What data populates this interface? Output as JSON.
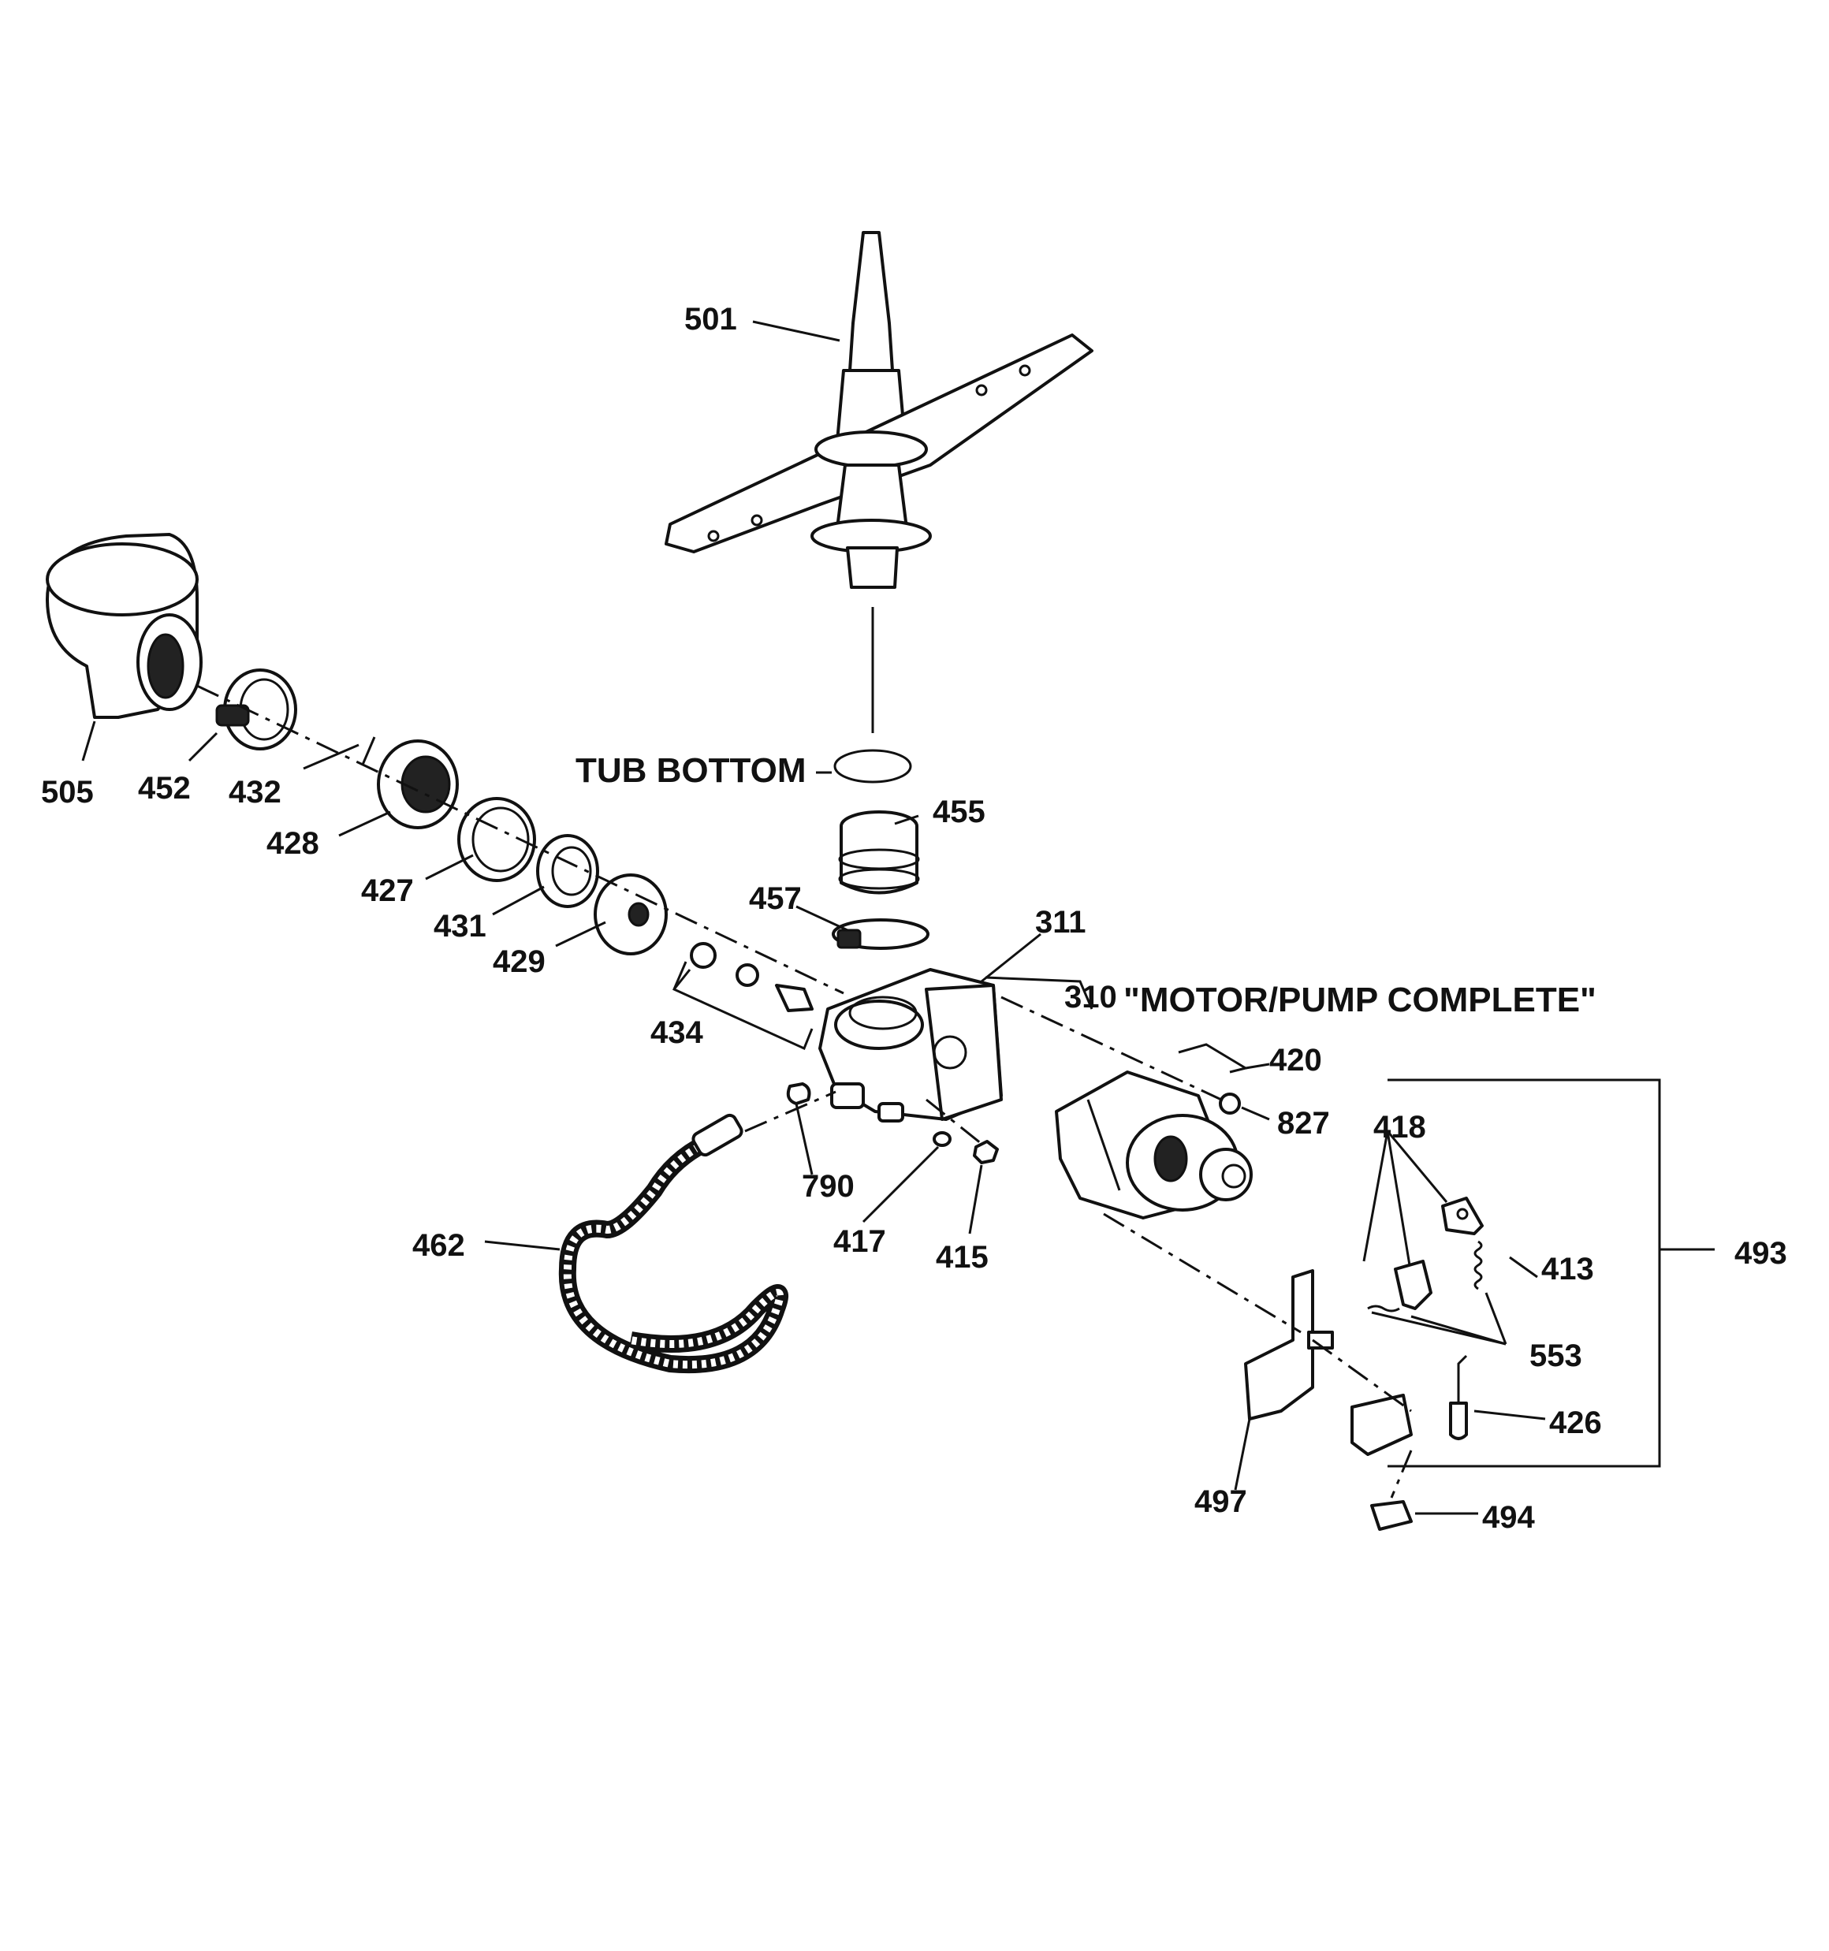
{
  "callouts": {
    "501": "501",
    "505": "505",
    "452": "452",
    "432": "432",
    "428": "428",
    "427": "427",
    "431": "431",
    "429": "429",
    "434": "434",
    "455": "455",
    "457": "457",
    "311": "311",
    "310": "310",
    "420": "420",
    "827": "827",
    "418": "418",
    "413": "413",
    "493": "493",
    "553": "553",
    "426": "426",
    "494": "494",
    "497": "497",
    "790": "790",
    "417": "417",
    "415": "415",
    "462": "462"
  },
  "labels": {
    "tub_bottom": "TUB BOTTOM",
    "motor_pump_complete": "\"MOTOR/PUMP COMPLETE\""
  }
}
